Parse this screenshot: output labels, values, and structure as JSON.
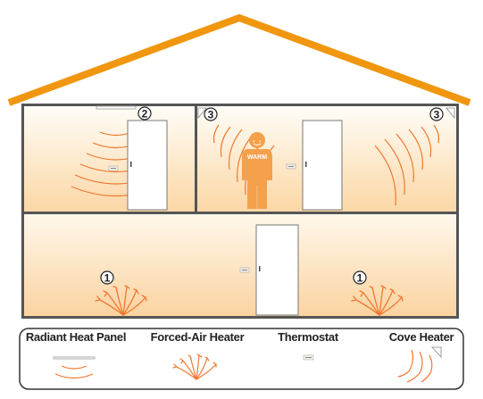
{
  "diagram": {
    "colors": {
      "roof": "#F0960F",
      "wall": "#555555",
      "heat_wave": "#F07830",
      "person": "#F5A04A",
      "room_gradient_top": "#FFFDF7",
      "room_gradient_bottom": "#FBD7A5"
    },
    "rooms": {
      "upper_left": {
        "marker": "2",
        "heater": "radiant-heat-panel"
      },
      "upper_right": {
        "markers": [
          "3",
          "3"
        ],
        "heater": "cove-heater",
        "person_label": "WARM"
      },
      "ground_floor": {
        "markers": [
          "1",
          "1"
        ],
        "heater": "forced-air-heater"
      }
    },
    "legend": [
      {
        "key": "radiant",
        "label": "Radiant Heat Panel"
      },
      {
        "key": "forced",
        "label": "Forced-Air Heater"
      },
      {
        "key": "thermostat",
        "label": "Thermostat"
      },
      {
        "key": "cove",
        "label": "Cove Heater"
      }
    ]
  }
}
